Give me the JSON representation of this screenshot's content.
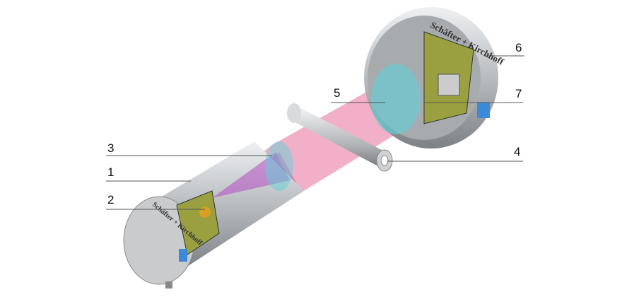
{
  "labels": {
    "l1": "1",
    "l2": "2",
    "l3": "3",
    "l4": "4",
    "l5": "5",
    "l6": "6",
    "l7": "7"
  },
  "brand": "Schäfter + Kirchhoff",
  "colors": {
    "beam": "#e0407a",
    "metal": "#c8cacc",
    "pcb": "#9aa040",
    "lens": "#5fd0d8"
  }
}
